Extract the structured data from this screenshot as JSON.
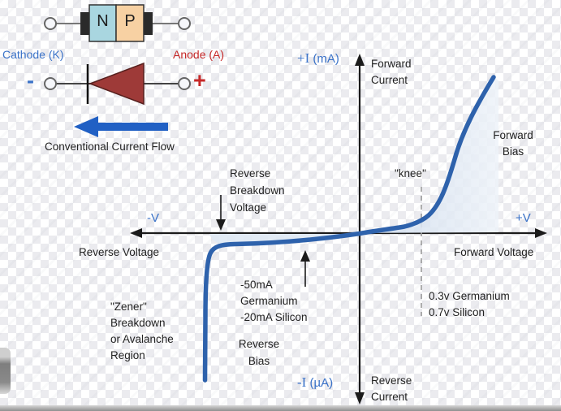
{
  "colors": {
    "label_blue": "#3a72c8",
    "label_red": "#c62828",
    "curve_blue": "#2e62ac",
    "curve_fill": "#dfe9f4",
    "n_region_fill": "#a9d6e0",
    "p_region_fill": "#f7d1a3",
    "diode_body_fill": "#9e3a38",
    "flow_arrow_blue": "#2160c4",
    "axis_black": "#1b1b1b",
    "dashed_gray": "#9a9a9a"
  },
  "top_diagram": {
    "n_label": "N",
    "p_label": "P",
    "cathode_label": "Cathode (K)",
    "anode_label": "Anode (A)",
    "minus_sign": "-",
    "plus_sign": "+",
    "flow_caption": "Conventional Current Flow"
  },
  "graph": {
    "y_axis_top": {
      "i_part": "+I",
      "unit_part": " (mA)"
    },
    "y_axis_bottom": {
      "i_part": "-I",
      "unit_part": " (µA)"
    },
    "x_axis_left": "-V",
    "x_axis_right": "+V",
    "labels": {
      "forward_current": "Forward\nCurrent",
      "reverse_current": "Reverse\nCurrent",
      "forward_voltage": "Forward Voltage",
      "reverse_voltage": "Reverse Voltage",
      "forward_bias": "Forward\nBias",
      "reverse_bias": "Reverse\nBias",
      "knee": "\"knee\"",
      "reverse_breakdown_voltage": "Reverse\nBreakdown\nVoltage",
      "zener_region": "\"Zener\"\nBreakdown\nor Avalanche\nRegion",
      "reverse_current_values": "-50mA\nGermanium\n-20mA Silicon",
      "forward_voltage_values": "0.3v Germanium\n0.7v Silicon"
    }
  },
  "chart_data": {
    "type": "line",
    "title": "Diode I-V characteristic curve",
    "x_axis": {
      "positive_label": "+V Forward Voltage",
      "negative_label": "-V Reverse Voltage"
    },
    "y_axis": {
      "positive_label": "+I (mA) Forward Current",
      "negative_label": "-I (µA) Reverse Current"
    },
    "annotations": {
      "knee_voltage": [
        "0.3v Germanium",
        "0.7v Silicon"
      ],
      "reverse_breakdown_current": [
        "-50mA Germanium",
        "-20mA Silicon"
      ],
      "regions": [
        "Forward Bias",
        "Reverse Bias",
        "\"Zener\" Breakdown or Avalanche Region",
        "Reverse Breakdown Voltage",
        "\"knee\""
      ]
    }
  }
}
